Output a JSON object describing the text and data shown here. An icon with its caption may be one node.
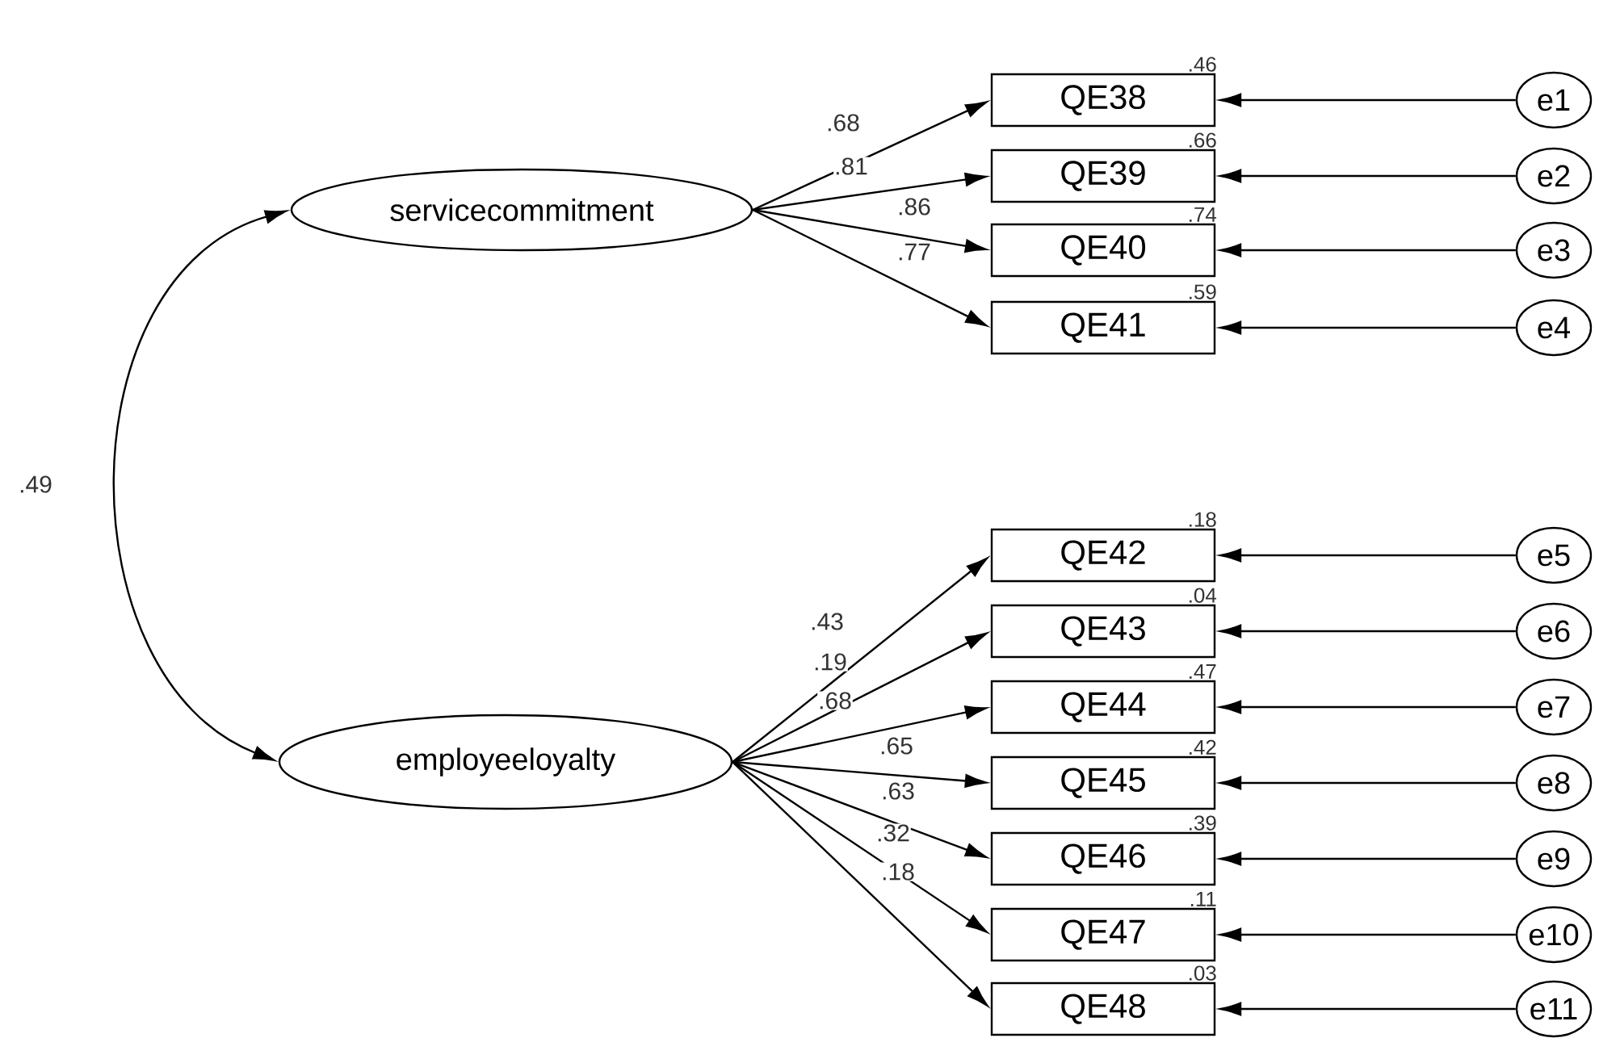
{
  "diagram": {
    "nodes": [
      {
        "text": [
          "servicecommitment"
        ]
      },
      {
        "text": [
          "employeeloyalty"
        ]
      },
      {
        "text": [
          "QE38"
        ],
        "beside": [
          ".46"
        ]
      },
      {
        "text": [
          "QE39"
        ],
        "beside": [
          ".66"
        ]
      },
      {
        "text": [
          "QE40"
        ],
        "beside": [
          ".74"
        ]
      },
      {
        "text": [
          "QE41"
        ],
        "beside": [
          ".59"
        ]
      },
      {
        "text": [
          "QE42"
        ],
        "beside": [
          ".18"
        ]
      },
      {
        "text": [
          "QE43"
        ],
        "beside": [
          ".04"
        ]
      },
      {
        "text": [
          "QE44"
        ],
        "beside": [
          ".47"
        ]
      },
      {
        "text": [
          "QE45"
        ],
        "beside": [
          ".42"
        ]
      },
      {
        "text": [
          "QE46"
        ],
        "beside": [
          ".39"
        ]
      },
      {
        "text": [
          "QE47"
        ],
        "beside": [
          ".11"
        ]
      },
      {
        "text": [
          "QE48"
        ],
        "beside": [
          ".03"
        ]
      },
      {
        "text": [
          "e1"
        ]
      },
      {
        "text": [
          "e2"
        ]
      },
      {
        "text": [
          "e3"
        ]
      },
      {
        "text": [
          "e4"
        ]
      },
      {
        "text": [
          "e5"
        ]
      },
      {
        "text": [
          "e6"
        ]
      },
      {
        "text": [
          "e7"
        ]
      },
      {
        "text": [
          "e8"
        ]
      },
      {
        "text": [
          "e9"
        ]
      },
      {
        "text": [
          "e10"
        ]
      },
      {
        "text": [
          "e11"
        ]
      }
    ],
    "edges": [
      {
        "from": 0,
        "to": 1,
        "arrow": "both",
        "label": ".49"
      },
      {
        "from": 0,
        "to": 2,
        "arrow": "to",
        "label": ".68"
      },
      {
        "from": 0,
        "to": 3,
        "arrow": "to",
        "label": ".81"
      },
      {
        "from": 0,
        "to": 4,
        "arrow": "to",
        "label": ".86"
      },
      {
        "from": 0,
        "to": 5,
        "arrow": "to",
        "label": ".77"
      },
      {
        "from": 1,
        "to": 6,
        "arrow": "to",
        "label": ".43"
      },
      {
        "from": 1,
        "to": 7,
        "arrow": "to",
        "label": ".19"
      },
      {
        "from": 1,
        "to": 8,
        "arrow": "to",
        "label": ".68"
      },
      {
        "from": 1,
        "to": 9,
        "arrow": "to",
        "label": ".65"
      },
      {
        "from": 1,
        "to": 10,
        "arrow": "to",
        "label": ".63"
      },
      {
        "from": 1,
        "to": 11,
        "arrow": "to",
        "label": ".32"
      },
      {
        "from": 1,
        "to": 12,
        "arrow": "to",
        "label": ".18"
      },
      {
        "from": 13,
        "to": 2,
        "arrow": "to"
      },
      {
        "from": 14,
        "to": 3,
        "arrow": "to"
      },
      {
        "from": 15,
        "to": 4,
        "arrow": "to"
      },
      {
        "from": 16,
        "to": 5,
        "arrow": "to"
      },
      {
        "from": 17,
        "to": 6,
        "arrow": "to"
      },
      {
        "from": 18,
        "to": 7,
        "arrow": "to"
      },
      {
        "from": 19,
        "to": 8,
        "arrow": "to"
      },
      {
        "from": 20,
        "to": 9,
        "arrow": "to"
      },
      {
        "from": 21,
        "to": 10,
        "arrow": "to"
      },
      {
        "from": 22,
        "to": 11,
        "arrow": "to"
      },
      {
        "from": 23,
        "to": 12,
        "arrow": "to"
      }
    ]
  }
}
